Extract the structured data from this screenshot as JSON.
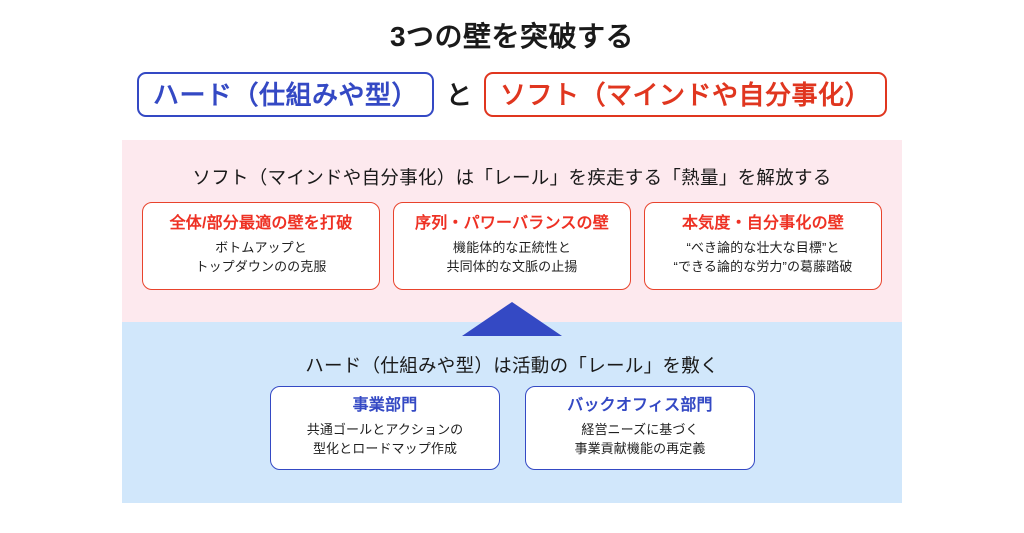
{
  "title": "3つの壁を突破する",
  "header": {
    "hard_chip": "ハード（仕組みや型）",
    "conjunction": "と",
    "soft_chip": "ソフト（マインドや自分事化）",
    "hard_color": "#3449c4",
    "soft_color": "#e0361f"
  },
  "soft_panel": {
    "background": "#fde9ee",
    "caption": "ソフト（マインドや自分事化）は「レール」を疾走する「熱量」を解放する",
    "cards": [
      {
        "title": "全体/部分最適の壁を打破",
        "line1": "ボトムアップと",
        "line2": "トップダウンのの克服"
      },
      {
        "title": "序列・パワーバランスの壁",
        "line1": "機能体的な正統性と",
        "line2": "共同体的な文脈の止揚"
      },
      {
        "title": "本気度・自分事化の壁",
        "line1": "“べき論的な壮大な目標”と",
        "line2": "“できる論的な労力”の葛藤踏破"
      }
    ],
    "card_border_color": "#e8432c",
    "card_title_color": "#ee3124"
  },
  "hard_panel": {
    "background": "#d1e7fb",
    "caption": "ハード（仕組みや型）は活動の「レール」を敷く",
    "cards": [
      {
        "title": "事業部門",
        "line1": "共通ゴールとアクションの",
        "line2": "型化とロードマップ作成"
      },
      {
        "title": "バックオフィス部門",
        "line1": "経営ニーズに基づく",
        "line2": "事業貢献機能の再定義"
      }
    ],
    "card_border_color": "#3449c4",
    "card_title_color": "#3449c4"
  },
  "arrow": {
    "direction": "up",
    "color": "#3449c4"
  }
}
